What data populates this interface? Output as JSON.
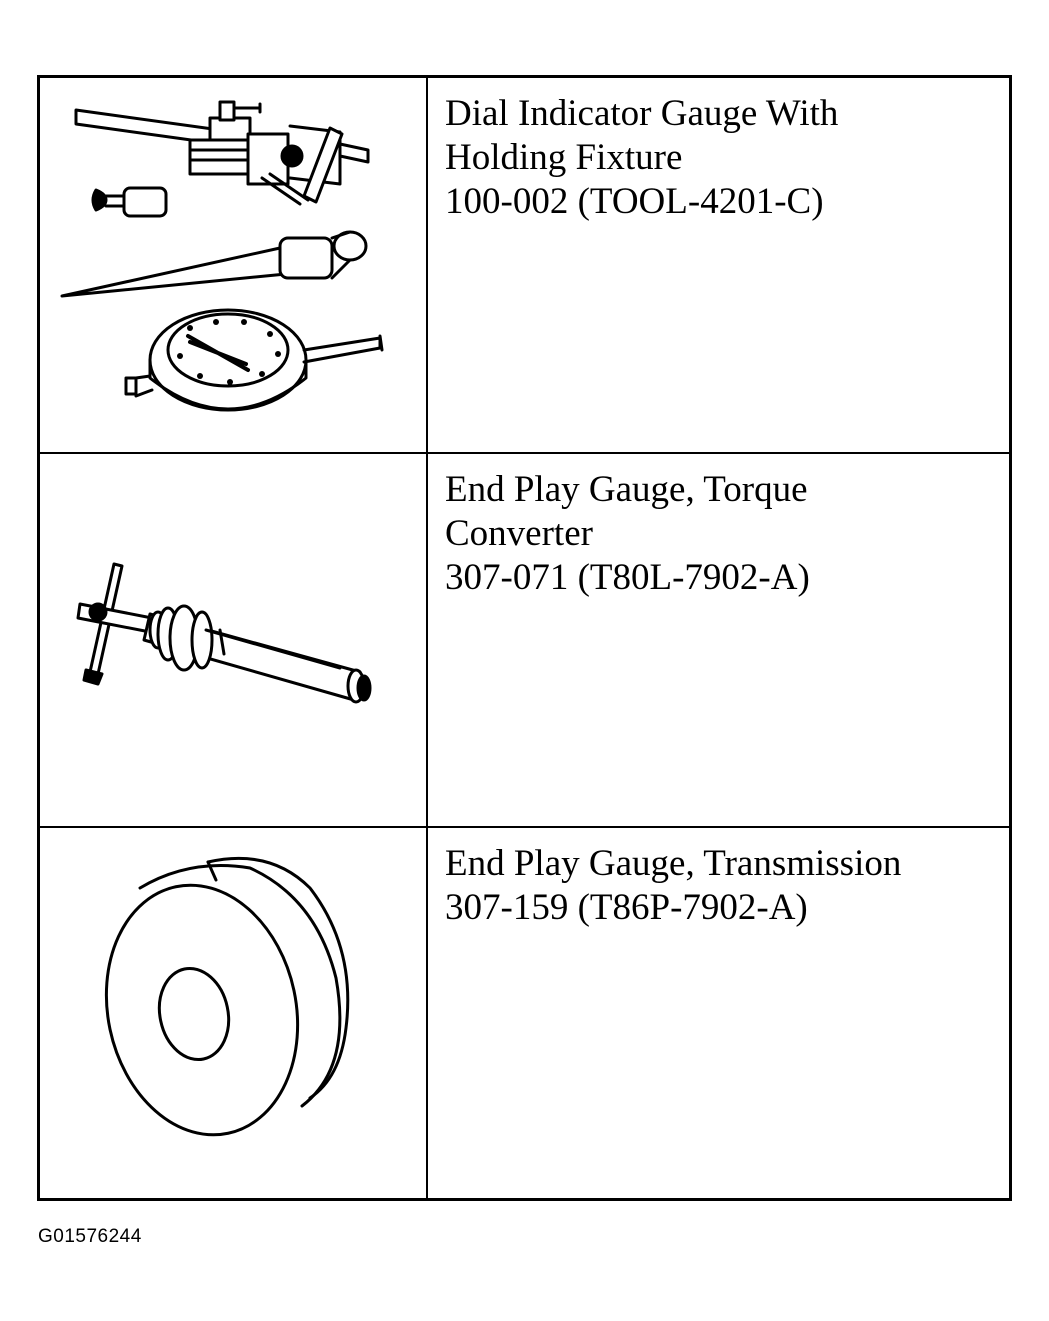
{
  "tools": [
    {
      "name_lines": [
        "Dial Indicator Gauge With",
        "Holding Fixture"
      ],
      "part_number": "100-002 (TOOL-4201-C)",
      "illustration": "dial-indicator-gauge-icon"
    },
    {
      "name_lines": [
        "End Play Gauge, Torque",
        "Converter"
      ],
      "part_number": "307-071 (T80L-7902-A)",
      "illustration": "end-play-gauge-torque-converter-icon"
    },
    {
      "name_lines": [
        "End Play Gauge, Transmission"
      ],
      "part_number": "307-159 (T86P-7902-A)",
      "illustration": "end-play-gauge-transmission-icon"
    }
  ],
  "figure_id": "G01576244"
}
